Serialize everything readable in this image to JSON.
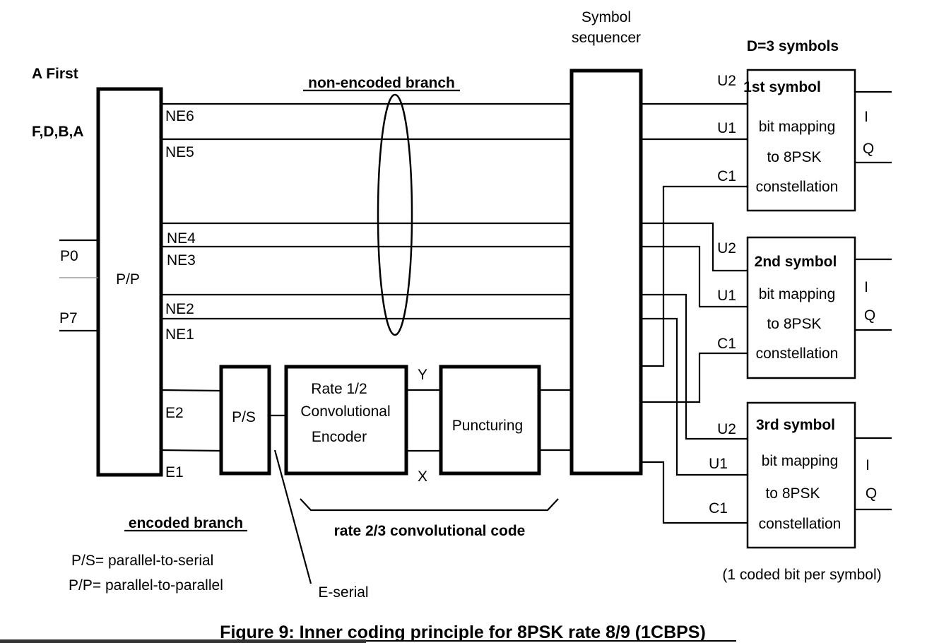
{
  "header": {
    "sequencer_line1": "Symbol",
    "sequencer_line2": "sequencer",
    "d3": "D=3 symbols",
    "a_first": "A First",
    "fdba": "F,D,B,A"
  },
  "branches": {
    "non_encoded": "non-encoded branch",
    "encoded": "encoded branch"
  },
  "blocks": {
    "pp": "P/P",
    "ps": "P/S",
    "encoder_lines": [
      "Rate 1/2",
      "Convolutional",
      "Encoder"
    ],
    "puncturing": "Puncturing"
  },
  "inputs": {
    "p0": "P0",
    "p7": "P7"
  },
  "wires": {
    "ne6": "NE6",
    "ne5": "NE5",
    "ne4": "NE4",
    "ne3": "NE3",
    "ne2": "NE2",
    "ne1": "NE1",
    "e2": "E2",
    "e1": "E1",
    "y": "Y",
    "x": "X"
  },
  "symbols": [
    {
      "title": "1st symbol",
      "u2": "U2",
      "u1": "U1",
      "c1": "C1",
      "i": "I",
      "q": "Q"
    },
    {
      "title": "2nd symbol",
      "u2": "U2",
      "u1": "U1",
      "c1": "C1",
      "i": "I",
      "q": "Q"
    },
    {
      "title": "3rd symbol",
      "u2": "U2",
      "u1": "U1",
      "c1": "C1",
      "i": "I",
      "q": "Q"
    }
  ],
  "symbol_body": [
    "bit mapping",
    "to 8PSK",
    "constellation"
  ],
  "notes": {
    "rate23": "rate 2/3 convolutional code",
    "ps_def": "P/S= parallel-to-serial",
    "pp_def": "P/P= parallel-to-parallel",
    "eserial": "E-serial",
    "coded_bit": "(1 coded bit per symbol)"
  },
  "caption": "Figure 9: Inner coding principle for 8PSK rate 8/9 (1CBPS)"
}
